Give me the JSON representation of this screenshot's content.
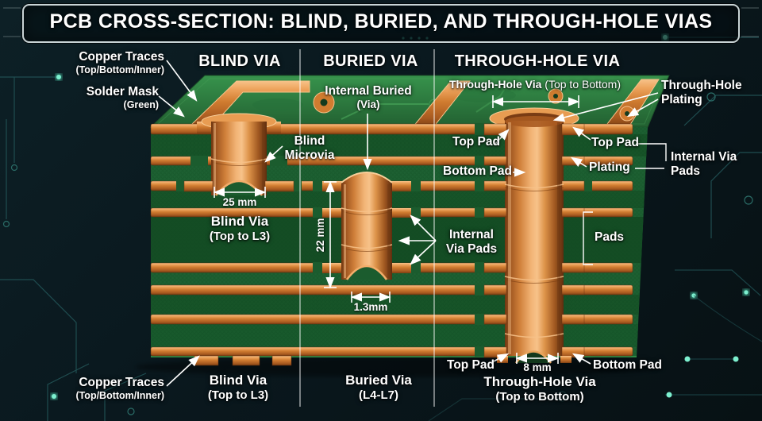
{
  "title": "PCB CROSS-SECTION: BLIND, BURIED, AND THROUGH-HOLE VIAS",
  "colors": {
    "background": "#0a181d",
    "board_top_green": "#2e8040",
    "substrate_green": "#1b5c2e",
    "copper": "#d9813c",
    "accent_glow": "#5fe8c4",
    "label_text": "#ffffff"
  },
  "sections": {
    "blind": {
      "header": "BLIND VIA",
      "footer_title": "Blind Via",
      "footer_sub": "(Top to L3)"
    },
    "buried": {
      "header": "BURIED VIA",
      "footer_title": "Buried Via",
      "footer_sub": "(L4-L7)"
    },
    "through": {
      "header": "THROUGH-HOLE VIA",
      "footer_title": "Through-Hole Via",
      "footer_sub": "(Top to Bottom)"
    }
  },
  "callouts": {
    "copper_traces_top": {
      "title": "Copper Traces",
      "sub": "(Top/Bottom/Inner)"
    },
    "solder_mask": {
      "title": "Solder Mask",
      "sub": "(Green)"
    },
    "blind_microvia": {
      "line1": "Blind",
      "line2": "Microvia"
    },
    "blind_via_mid": {
      "line1": "Blind Via",
      "line2": "(Top to L3)"
    },
    "internal_buried": {
      "line1": "Internal Buried",
      "line2": "(Via)"
    },
    "internal_via_pads_mid": {
      "line1": "Internal",
      "line2": "Via Pads"
    },
    "through_hole_span": {
      "name": "Through-Hole Via",
      "range": "(Top to Bottom)"
    },
    "through_hole_plating": {
      "line1": "Through-Hole",
      "line2": "Plating"
    },
    "top_pad_left": "Top Pad",
    "bottom_pad_left": "Bottom Pad",
    "top_pad_right": "Top Pad",
    "plating_right": "Plating",
    "internal_via_pads_right": {
      "line1": "Internal Via",
      "line2": "Pads"
    },
    "pads_right": "Pads",
    "top_pad_bottom": "Top Pad",
    "bottom_pad_bottom": "Bottom Pad",
    "copper_traces_bottom": {
      "title": "Copper Traces",
      "sub": "(Top/Bottom/Inner)"
    }
  },
  "dimensions": {
    "blind_width": "25 mm",
    "buried_height": "22 mm",
    "buried_width": "1.3mm",
    "through_width": "8 mm"
  }
}
